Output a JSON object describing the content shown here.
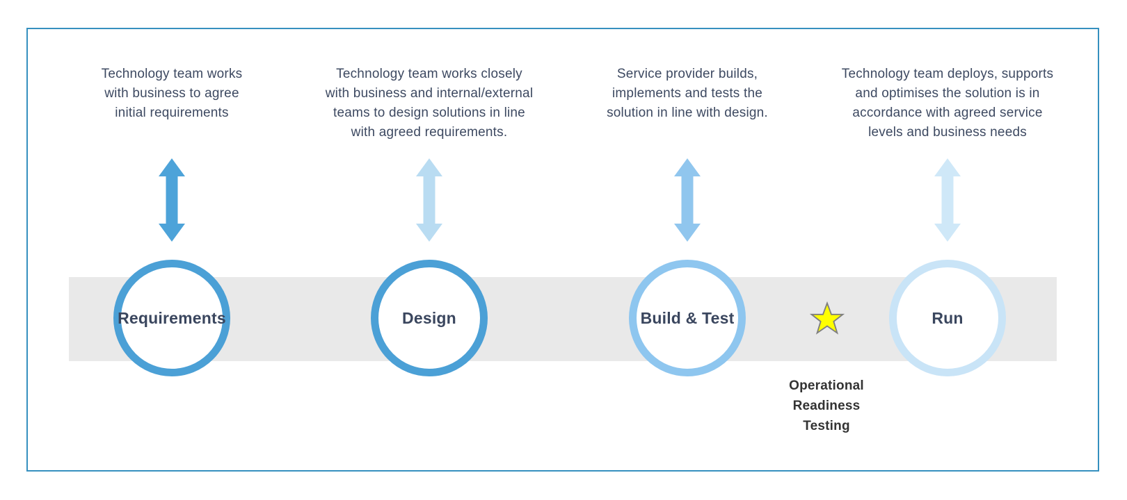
{
  "diagram": {
    "title": "technology-delivery-lifecycle",
    "colors": {
      "frame_border": "#3590bf",
      "band": "#e9e9e9",
      "description_text": "#3d4961",
      "circle_label_text": "#3a465e",
      "milestone_text": "#333333"
    },
    "stages": [
      {
        "id": "requirements",
        "label": "Requirements",
        "description": "Technology team works\nwith business to agree\ninitial requirements",
        "arrow_icon": "double-vertical-arrow-icon",
        "arrow_color": "#4da3d9",
        "circle_color": "#4ba0d6"
      },
      {
        "id": "design",
        "label": "Design",
        "description": "Technology team works closely\nwith business and internal/external\nteams to design solutions in line\nwith agreed requirements.",
        "arrow_icon": "double-vertical-arrow-icon",
        "arrow_color": "#b9dcf2",
        "circle_color": "#4ba0d6"
      },
      {
        "id": "build-test",
        "label": "Build & Test",
        "description": "Service provider builds,\nimplements and tests the\nsolution in line with design.",
        "arrow_icon": "double-vertical-arrow-icon",
        "arrow_color": "#90c6ee",
        "circle_color": "#8ec6ef"
      },
      {
        "id": "run",
        "label": "Run",
        "description": "Technology team deploys, supports\nand optimises the solution is in\naccordance with agreed service\nlevels and business needs",
        "arrow_icon": "double-vertical-arrow-icon",
        "arrow_color": "#cfe8f8",
        "circle_color": "#c9e4f7"
      }
    ],
    "milestone": {
      "icon": "star-icon",
      "label": "Operational\nReadiness\nTesting",
      "star_fill": "#ffff00",
      "star_outline": "#7f7f7f"
    }
  }
}
